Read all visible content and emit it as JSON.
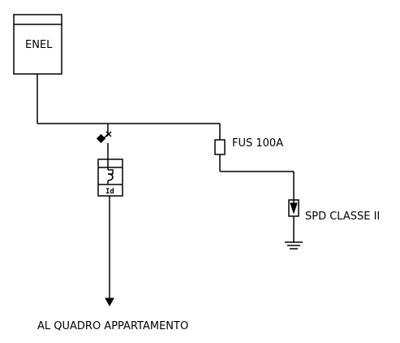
{
  "labels": {
    "meter": "ENEL",
    "fuse": "FUS 100A",
    "spd": "SPD CLASSE II",
    "rcd": "Id",
    "output": "AL QUADRO APPARTAMENTO"
  },
  "colors": {
    "line": "#000000",
    "background": "#ffffff"
  }
}
